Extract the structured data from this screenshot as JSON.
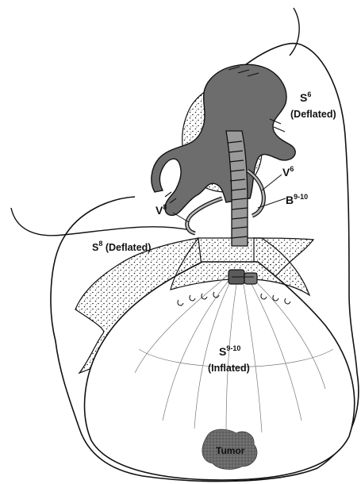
{
  "figure": {
    "labels": {
      "s6": {
        "base": "S",
        "sup": "6",
        "sub": "(Deflated)"
      },
      "v6": {
        "base": "V",
        "sup": "6"
      },
      "b910": {
        "base": "B",
        "sup": "9-10"
      },
      "v8": {
        "base": "V",
        "sup": "8"
      },
      "s8": {
        "base": "S",
        "sup": "8",
        "rest": " (Deflated)"
      },
      "s910": {
        "base": "S",
        "sup": "9-10",
        "sub": "(Inflated)"
      },
      "tumor": "Tumor"
    },
    "colors": {
      "outline": "#111111",
      "vessel_fill": "#6d6d6d",
      "tumor_fill": "#6a6a6a",
      "stipple": "#222222",
      "background": "#ffffff"
    }
  }
}
